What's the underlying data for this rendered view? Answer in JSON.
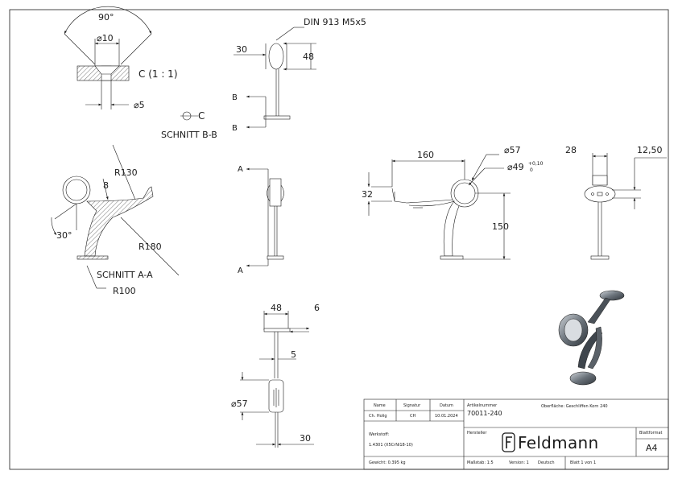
{
  "drawing": {
    "detail_c": {
      "angle": "90°",
      "bore_dia": "⌀10",
      "pin_dia": "⌀5",
      "label": "C (1 : 1)"
    },
    "section_bb": {
      "label": "SCHNITT B-B",
      "detail_ref": "C",
      "din": "DIN 913 M5x5",
      "dim_30": "30",
      "dim_48": "48",
      "cut_b": "B"
    },
    "section_aa": {
      "label": "SCHNITT A-A",
      "r130": "R130",
      "r180": "R180",
      "r100": "R100",
      "dim_8": "8",
      "angle_30": "30°"
    },
    "middle_view": {
      "cut_a": "A"
    },
    "front_view": {
      "d57": "⌀57",
      "d49": "⌀49",
      "tol_plus": "+0,10",
      "tol_zero": "0",
      "dim_160": "160",
      "dim_32": "32",
      "dim_150": "150"
    },
    "side_view": {
      "dim_28": "28",
      "dim_1250": "12,50"
    },
    "bottom_view": {
      "dim_48": "48",
      "dim_6": "6",
      "dim_5": "5",
      "d57": "⌀57",
      "dim_30": "30"
    }
  },
  "title_block": {
    "h_name": "Name",
    "h_signatur": "Signatur",
    "h_datum": "Datum",
    "name": "Ch. Holig",
    "signatur": "CH",
    "datum": "10.01.2024",
    "artikel_label": "Artikelnummer",
    "artikel": "70011-240",
    "oberflaeche": "Oberfläche: Geschliffen Korn 240",
    "werkstoff_label": "Werkstoff:",
    "werkstoff": "1.4301 (X5CrNi18-10)",
    "hersteller": "Hersteller",
    "brand": "Feldmann",
    "blattformat_label": "Blattformat",
    "blattformat": "A4",
    "gewicht": "Gewicht: 0.395 kg",
    "massstab": "Maßstab: 1:5",
    "version": "Version: 1",
    "sprache": "Deutsch",
    "blatt": "Blatt 1 von 1"
  }
}
